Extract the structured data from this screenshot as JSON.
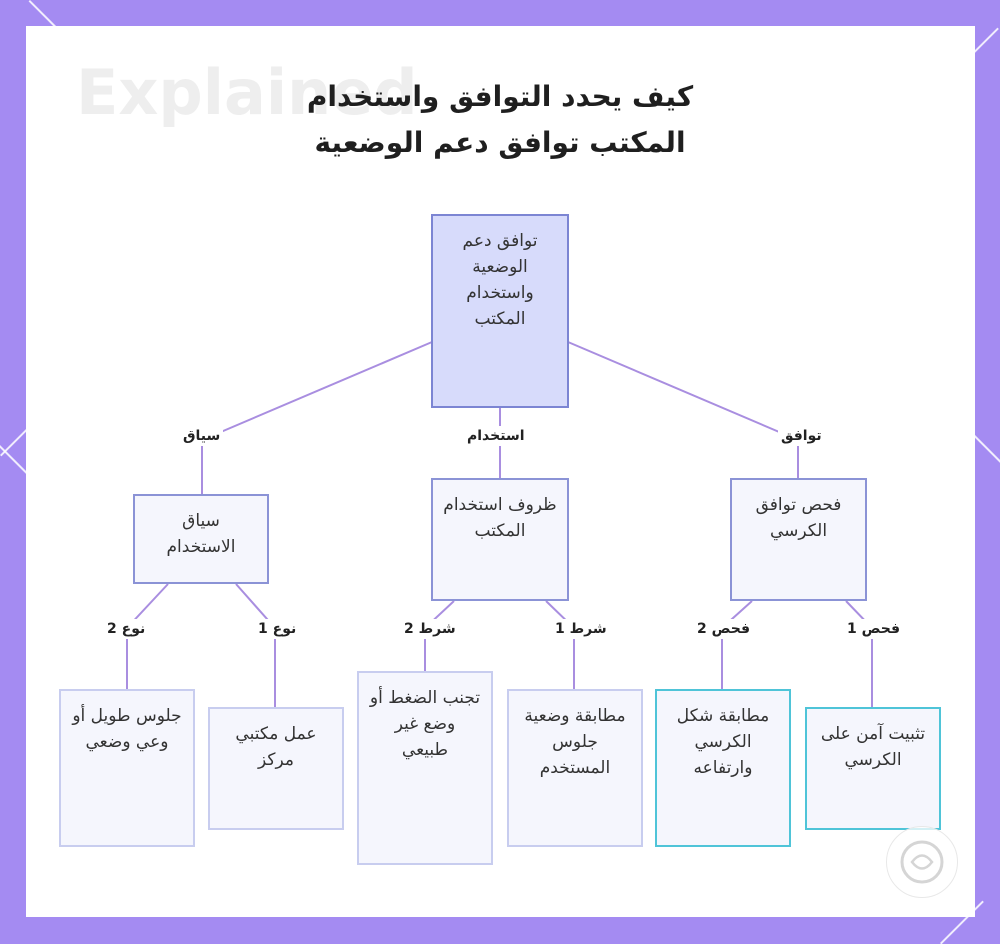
{
  "title": {
    "line1": "كيف يحدد التوافق واستخدام",
    "line2": "المكتب توافق دعم الوضعية"
  },
  "watermark": {
    "text": "Explained"
  },
  "nodes": {
    "root": "توافق دعم الوضعية واستخدام المكتب",
    "context": "سياق الاستخدام",
    "usage": "ظروف استخدام المكتب",
    "compat": "فحص توافق الكرسي",
    "ctx_type2": "جلوس طويل أو وعي وضعي",
    "ctx_type1": "عمل مكتبي مركز",
    "use_cond2": "تجنب الضغط أو وضع غير طبيعي",
    "use_cond1": "مطابقة وضعية جلوس المستخدم",
    "comp_check2": "مطابقة شكل الكرسي وارتفاعه",
    "comp_check1": "تثبيت آمن على الكرسي"
  },
  "edge_labels": {
    "context": "سياق",
    "usage": "استخدام",
    "compat": "توافق",
    "type2": "نوع 2",
    "type1": "نوع 1",
    "cond2": "شرط 2",
    "cond1": "شرط 1",
    "check2": "فحص 2",
    "check1": "فحص 1"
  },
  "colors": {
    "frame": "#a48bf2",
    "edge": "#a98ee0",
    "node_border": "#8b93d6",
    "node_fill": "#f5f6fd",
    "root_fill": "#d7dbfb",
    "highlight_border": "#4fc4d8"
  }
}
